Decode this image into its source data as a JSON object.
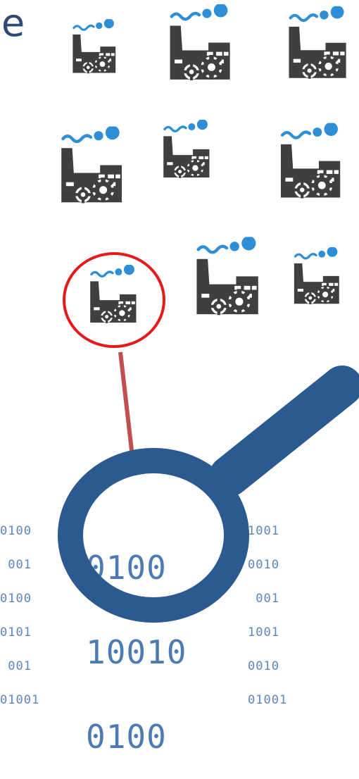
{
  "heading": {
    "fragment": "e"
  },
  "icons": {
    "factory": "factory-icon",
    "magnifier": "magnifying-glass-icon"
  },
  "colors": {
    "text": "#2f4a78",
    "factory": "#3f3f3f",
    "smoke": "#2e8fd6",
    "highlight_ring": "#e41b1b",
    "connector": "#c0504d",
    "magnifier": "#2b5a91",
    "binary": "#5b86b8"
  },
  "binary": {
    "small_left": [
      "0100",
      " 001",
      "0100",
      "0101",
      " 001",
      "01001"
    ],
    "small_right": [
      "1001",
      "0010",
      " 001",
      "1001",
      "0010",
      "01001"
    ],
    "large": [
      "0100",
      "10010",
      "0100"
    ]
  }
}
